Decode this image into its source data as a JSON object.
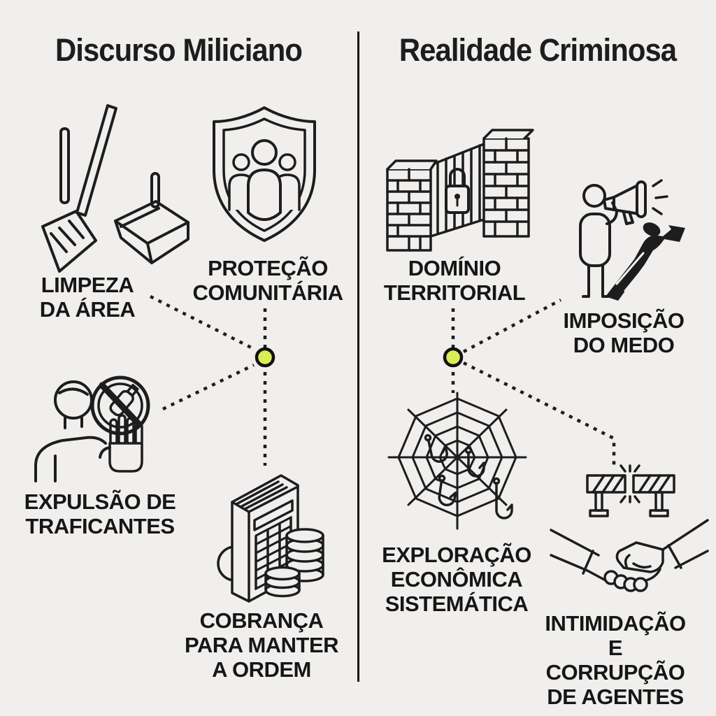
{
  "colors": {
    "background": "#f0efed",
    "ink": "#1d1d1d",
    "dot_fill": "#d9ee55",
    "dot_stroke": "#111111"
  },
  "columns": {
    "left": {
      "title": "Discurso Miliciano",
      "items": [
        {
          "icon": "broom-dustpan-icon",
          "label": "LIMPEZA\nDA ÁREA"
        },
        {
          "icon": "community-shield-icon",
          "label": "PROTEÇÃO\nCOMUNITÁRIA"
        },
        {
          "icon": "stop-drugs-person-icon",
          "label": "EXPULSÃO DE\nTRAFICANTES"
        },
        {
          "icon": "ledger-coins-icon",
          "label": "COBRANÇA\nPARA MANTER\nA ORDEM"
        }
      ]
    },
    "right": {
      "title": "Realidade Criminosa",
      "items": [
        {
          "icon": "brick-gate-padlock-icon",
          "label": "DOMÍNIO\nTERRITORIAL"
        },
        {
          "icon": "megaphone-gun-shadow-icon",
          "label": "IMPOSIÇÃO\nDO MEDO"
        },
        {
          "icon": "spiderweb-hooks-icon",
          "label": "EXPLORAÇÃO\nECONÔMICA\nSISTEMÁTICA"
        },
        {
          "icon": "broken-barrier-handshake-icon",
          "label": "INTIMIDAÇÃO\nE CORRUPÇÃO\nDE AGENTES"
        }
      ]
    }
  }
}
